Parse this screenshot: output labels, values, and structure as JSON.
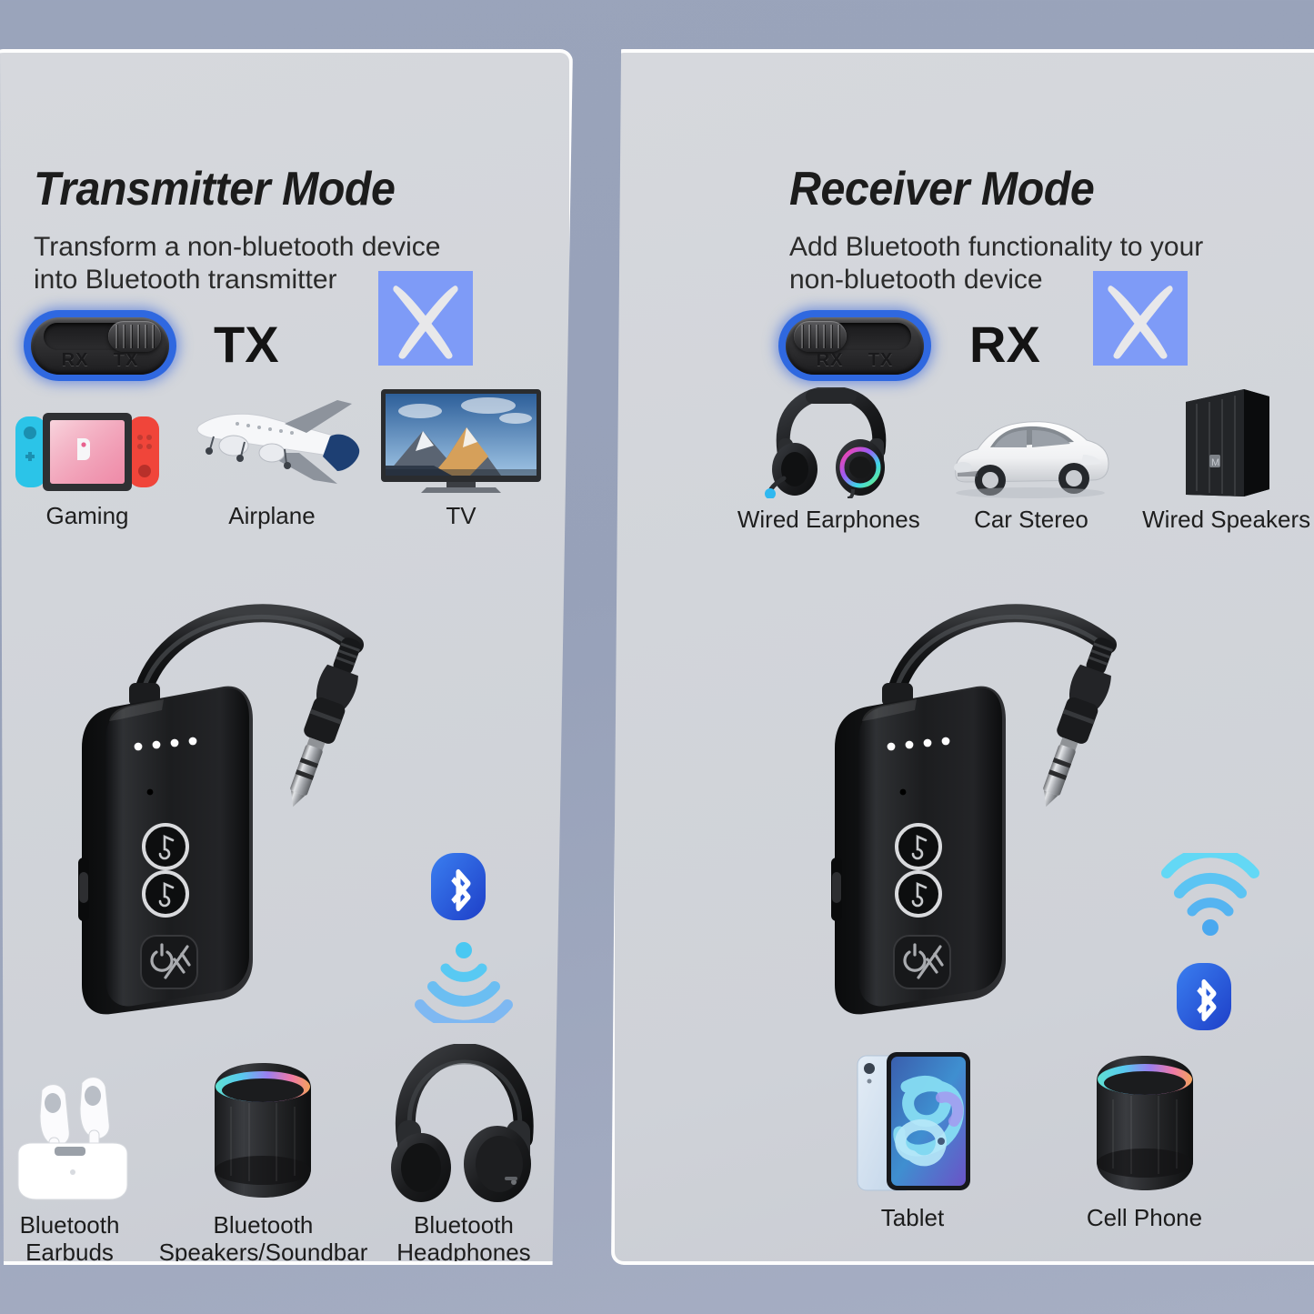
{
  "background_color": "#9aa4bb",
  "panel_color": "#d4d7dc",
  "accent_blue": "#7e9bf7",
  "bluetooth_blue": "#2f5fe0",
  "wave_cyan": "#56c6f5",
  "panels": [
    {
      "id": "transmitter",
      "title": "Transmitter Mode",
      "subtitle_line1": "Transform a non-bluetooth device",
      "subtitle_line2": "into Bluetooth transmitter",
      "mode_code": "TX",
      "switch": {
        "left_label": "RX",
        "right_label": "TX",
        "knob_position": "right"
      },
      "badge_icon": "scissors-x-icon",
      "source_devices": [
        {
          "label": "Gaming",
          "icon": "game-console-icon"
        },
        {
          "label": "Airplane",
          "icon": "airplane-icon"
        },
        {
          "label": "TV",
          "icon": "television-icon"
        }
      ],
      "adapter": {
        "icon": "bluetooth-adapter-icon",
        "led_count": 4,
        "buttons": [
          "volume-up-button",
          "volume-down-button",
          "power-pair-button"
        ],
        "connector": "3.5mm-aux-plug"
      },
      "signal_order": [
        "bluetooth-icon",
        "signal-waves-icon"
      ],
      "output_devices": [
        {
          "label": "Bluetooth\nEarbuds",
          "icon": "earbuds-icon"
        },
        {
          "label": "Bluetooth\nSpeakers/Soundbar",
          "icon": "smart-speaker-icon"
        },
        {
          "label": "Bluetooth\nHeadphones",
          "icon": "headphones-icon"
        }
      ]
    },
    {
      "id": "receiver",
      "title": "Receiver Mode",
      "subtitle_line1": "Add Bluetooth functionality to your",
      "subtitle_line2": "non-bluetooth device",
      "mode_code": "RX",
      "switch": {
        "left_label": "RX",
        "right_label": "TX",
        "knob_position": "left"
      },
      "badge_icon": "scissors-x-icon",
      "source_devices": [
        {
          "label": "Wired Earphones",
          "icon": "gaming-headset-icon"
        },
        {
          "label": "Car Stereo",
          "icon": "car-icon"
        },
        {
          "label": "Wired Speakers",
          "icon": "pa-speaker-icon"
        }
      ],
      "adapter": {
        "icon": "bluetooth-adapter-icon",
        "led_count": 4,
        "buttons": [
          "volume-up-button",
          "volume-down-button",
          "power-pair-button"
        ],
        "connector": "3.5mm-aux-plug"
      },
      "signal_order": [
        "signal-waves-icon",
        "bluetooth-icon"
      ],
      "output_devices": [
        {
          "label": "Tablet",
          "icon": "tablet-icon"
        },
        {
          "label": "Cell Phone",
          "icon": "smart-speaker-icon"
        }
      ]
    }
  ]
}
